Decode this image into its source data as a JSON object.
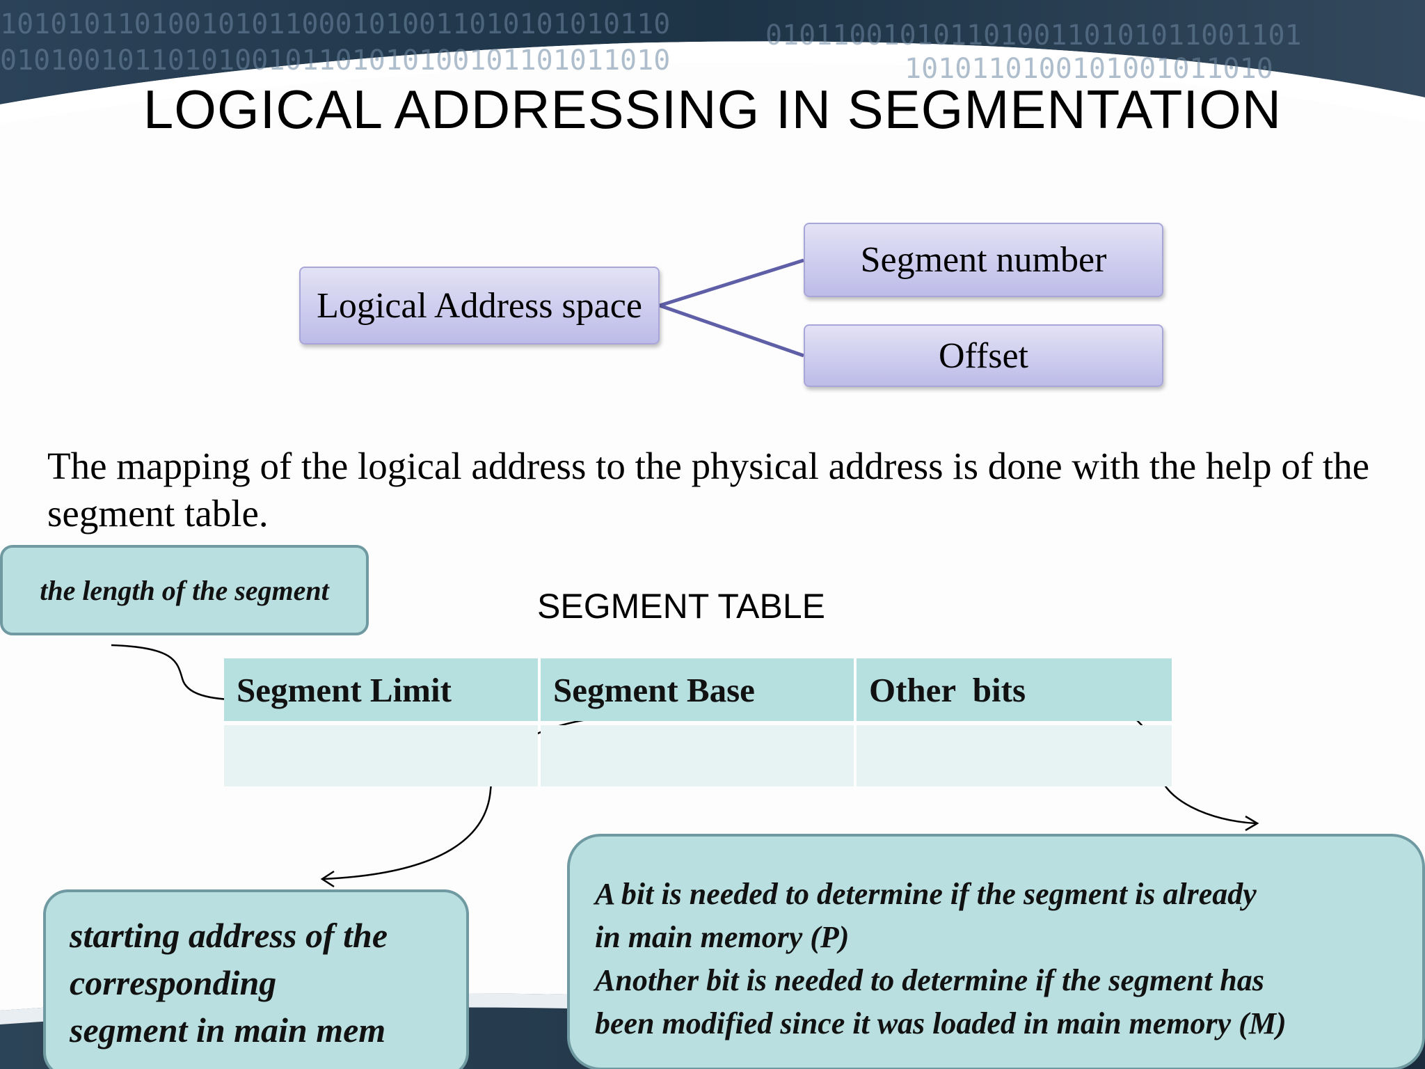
{
  "slide": {
    "title": "LOGICAL ADDRESSING IN SEGMENTATION",
    "diagram": {
      "root": "Logical Address space",
      "children": [
        "Segment number",
        "Offset"
      ]
    },
    "paragraph": "The mapping of the logical address to the physical address is done with the help of the segment table.",
    "table": {
      "caption": "SEGMENT TABLE",
      "headers": [
        "Segment Limit",
        "Segment Base",
        "Other  bits"
      ]
    },
    "callouts": {
      "length": "the length of the segment",
      "start": [
        "starting address of the",
        "corresponding",
        "segment in main mem"
      ],
      "bits": [
        "A bit is needed to determine if the segment is already",
        "in main memory (P)",
        "Another bit is needed to determine if the segment has",
        "been modified since it was loaded in main memory (M)"
      ]
    }
  },
  "colors": {
    "node_fill": "#c9c8ee",
    "node_border": "#a8a6d8",
    "connector": "#5f5fa8",
    "table_header": "#b6dfe0",
    "table_row": "#e7f3f3",
    "callout_fill": "#b9dfe0",
    "callout_border": "#6f9aa1",
    "banner_dark": "#1b2d40"
  }
}
